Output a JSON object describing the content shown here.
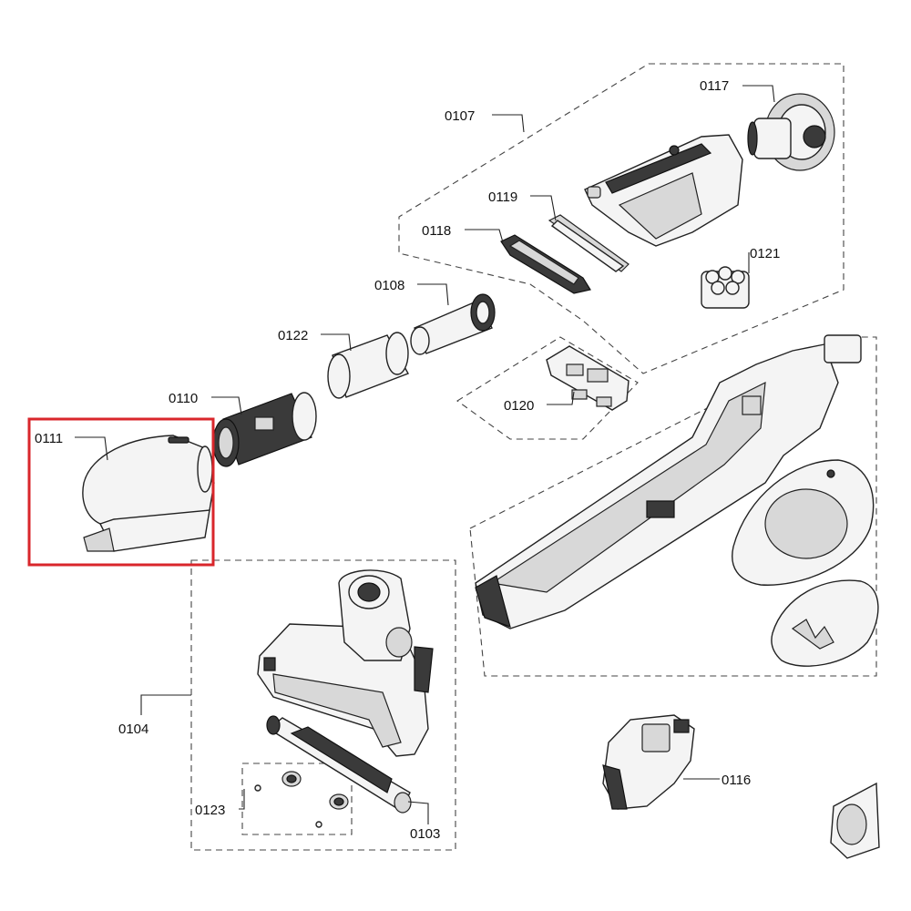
{
  "labels": {
    "p0117": "0117",
    "p0107": "0107",
    "p0119": "0119",
    "p0118": "0118",
    "p0121": "0121",
    "p0108": "0108",
    "p0122": "0122",
    "p0110": "0110",
    "p0120": "0120",
    "p0111": "0111",
    "p0104": "0104",
    "p0116": "0116",
    "p0123": "0123",
    "p0103": "0103"
  },
  "colors": {
    "highlight": "#d9262b",
    "line": "#222222",
    "background": "#ffffff"
  }
}
